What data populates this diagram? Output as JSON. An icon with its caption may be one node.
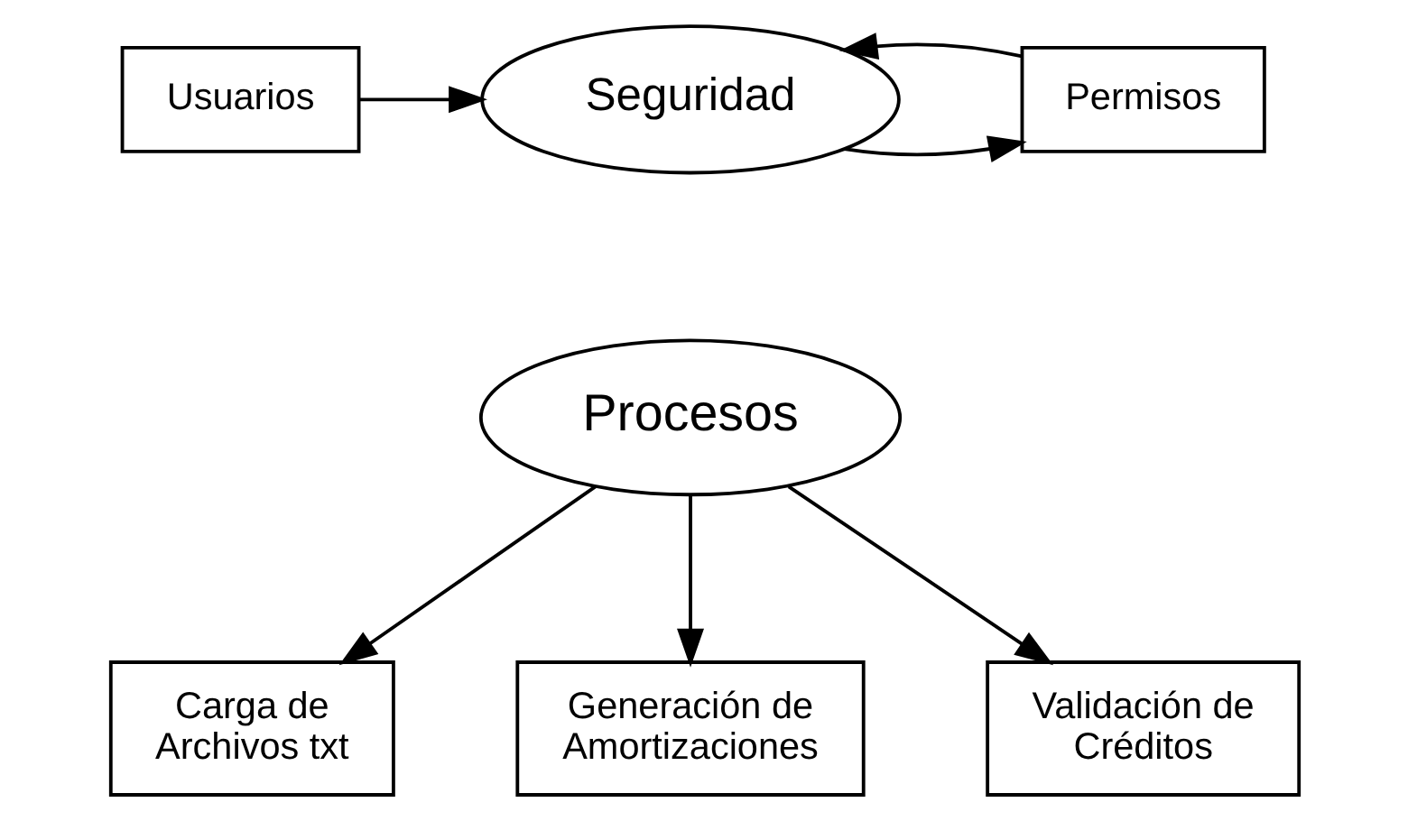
{
  "diagram": {
    "nodes": [
      {
        "text": [
          "Usuarios"
        ]
      },
      {
        "text": [
          "Seguridad"
        ]
      },
      {
        "text": [
          "Permisos"
        ]
      },
      {
        "text": [
          "Procesos"
        ]
      },
      {
        "text": [
          "Carga de Archivos txt"
        ]
      },
      {
        "text": [
          "Generación de Amortizaciones"
        ]
      },
      {
        "text": [
          "Validación de Créditos"
        ]
      }
    ],
    "edges": [
      {
        "from": 0,
        "to": 1,
        "arrow": "to"
      },
      {
        "from": 1,
        "to": 2,
        "arrow": "to"
      },
      {
        "from": 2,
        "to": 1,
        "arrow": "to"
      },
      {
        "from": 3,
        "to": 4,
        "arrow": "to"
      },
      {
        "from": 3,
        "to": 5,
        "arrow": "to"
      },
      {
        "from": 3,
        "to": 6,
        "arrow": "to"
      }
    ]
  }
}
